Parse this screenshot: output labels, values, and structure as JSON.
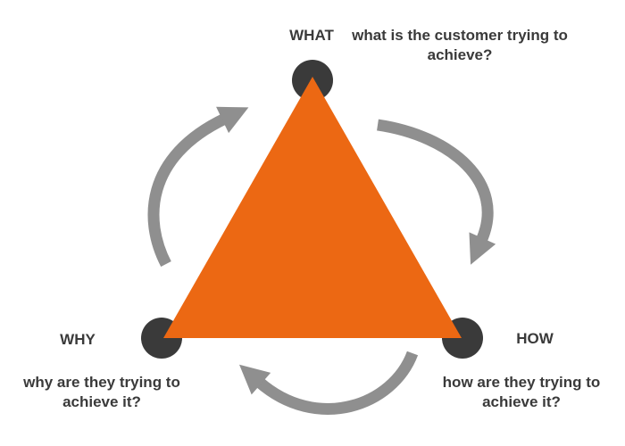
{
  "diagram": {
    "type": "triangle-cycle",
    "nodes": {
      "what": {
        "label": "WHAT",
        "question_lines": [
          "what is the customer trying to",
          "achieve?"
        ]
      },
      "why": {
        "label": "WHY",
        "question_lines": [
          "why are they trying to",
          "achieve it?"
        ]
      },
      "how": {
        "label": "HOW",
        "question_lines": [
          "how are they trying to",
          "achieve it?"
        ]
      }
    },
    "cycle_arrows": [
      "cycle-arrow-why-to-what",
      "cycle-arrow-what-to-how",
      "cycle-arrow-how-to-why"
    ],
    "flow_direction": "clockwise"
  },
  "colors": {
    "triangle": "#EC6813",
    "node_dot": "#3A3A3A",
    "arrow": "#8F8F8F",
    "text": "#3A3A3A",
    "background": "#FFFFFF"
  }
}
